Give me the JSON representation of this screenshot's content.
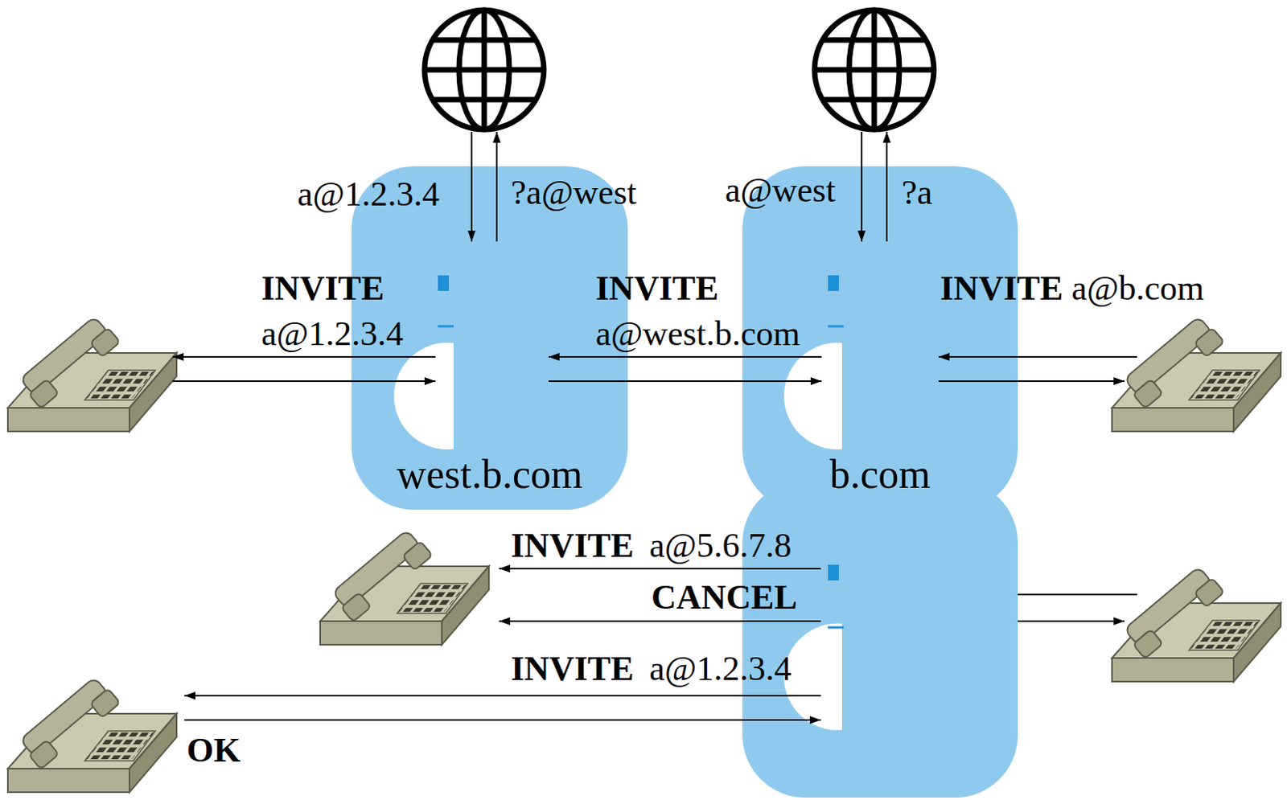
{
  "diagram": {
    "nodes": [
      {
        "text": [
          "west.b.com"
        ]
      },
      {
        "text": [
          "b.com"
        ]
      }
    ],
    "edges": [
      {
        "from": 1,
        "to": 0,
        "arrow": "to"
      },
      {
        "from": 0,
        "to": 1,
        "arrow": "to"
      }
    ],
    "labels": [
      "a@1.2.3.4",
      "?a@west",
      "a@west",
      "?a",
      "INVITE",
      "a@1.2.3.4",
      "INVITE",
      "a@west.b.com",
      "INVITE",
      "a@b.com",
      "INVITE",
      "a@5.6.7.8",
      "CANCEL",
      "INVITE",
      "a@1.2.3.4",
      "OK"
    ]
  }
}
